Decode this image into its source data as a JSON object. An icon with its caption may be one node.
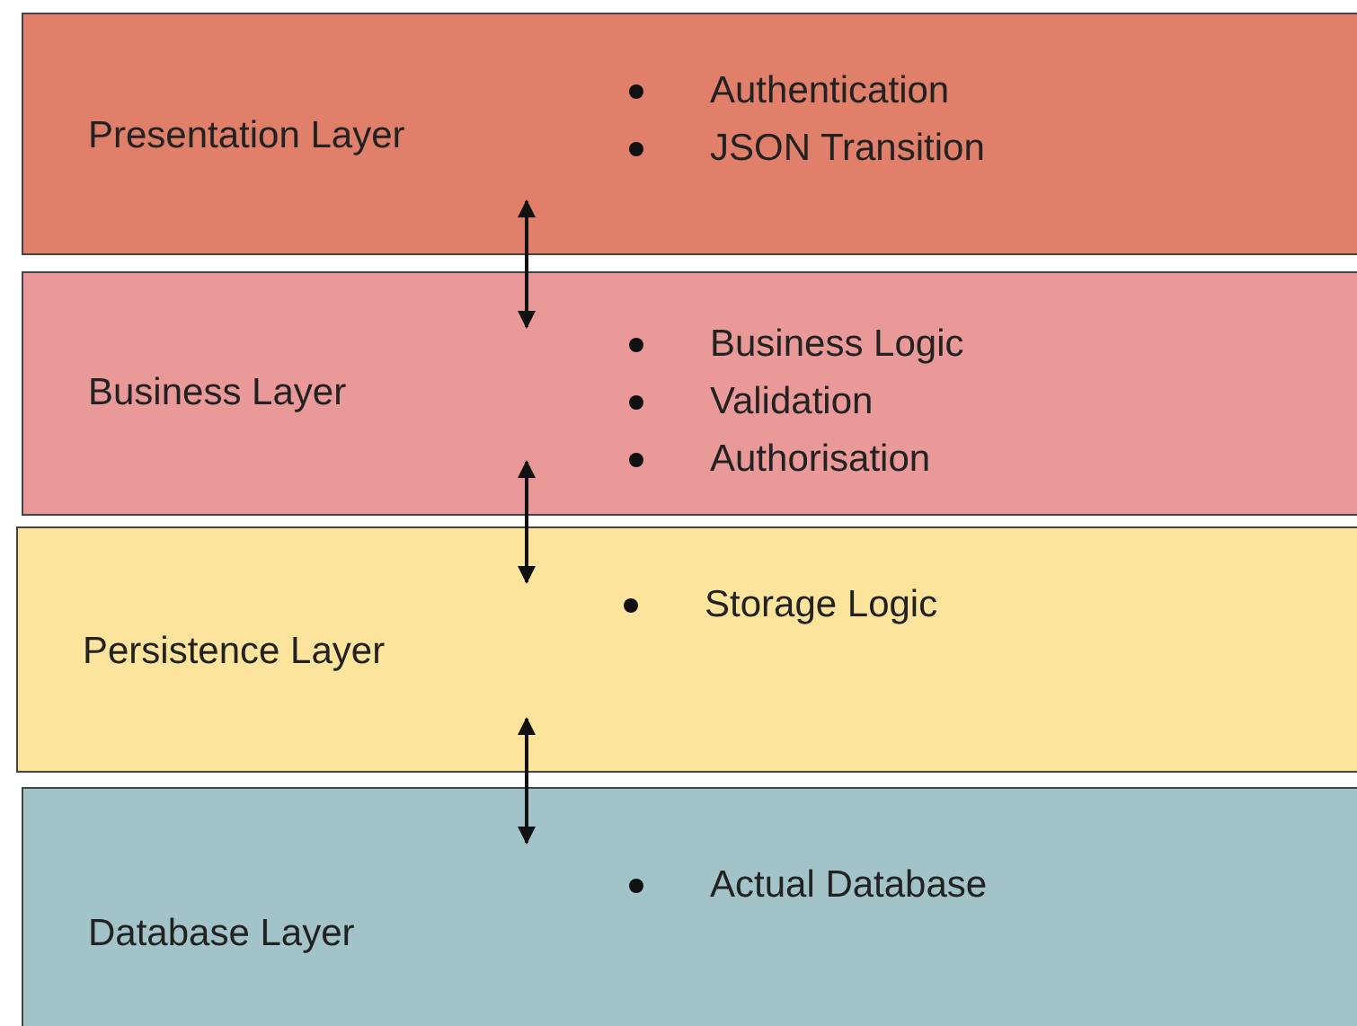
{
  "diagram": {
    "nodes": [
      {
        "text": [
          "Presentation Layer",
          "Authentication",
          "JSON Transition"
        ]
      },
      {
        "text": [
          "Business Layer",
          "Business Logic",
          "Validation",
          "Authorisation"
        ]
      },
      {
        "text": [
          "Persistence Layer",
          "Storage Logic"
        ]
      },
      {
        "text": [
          "Database Layer",
          "Actual Database"
        ]
      }
    ],
    "edges": [
      {
        "from": 0,
        "to": 1,
        "arrow": "both"
      },
      {
        "from": 1,
        "to": 2,
        "arrow": "both"
      },
      {
        "from": 2,
        "to": 3,
        "arrow": "both"
      }
    ]
  }
}
